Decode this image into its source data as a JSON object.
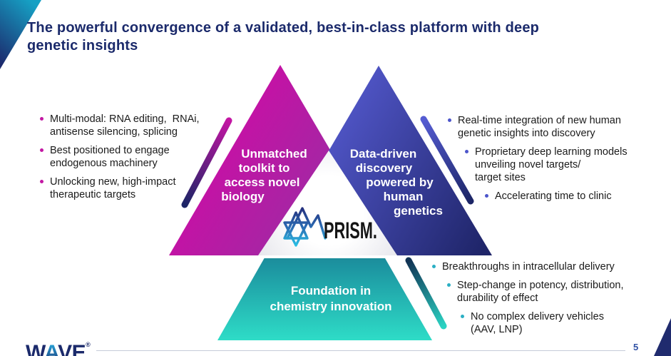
{
  "slide": {
    "title_lines": [
      "The powerful convergence of a validated, best-in-class platform with deep",
      "genetic insights"
    ],
    "page_number": "5"
  },
  "triangles": {
    "left": {
      "lines": [
        "Unmatched",
        "toolkit to",
        "access novel",
        "biology"
      ]
    },
    "right": {
      "lines": [
        "Data-driven",
        "discovery",
        "powered by",
        "human",
        "genetics"
      ]
    },
    "bottom": {
      "lines": [
        "Foundation in",
        "chemistry innovation"
      ]
    }
  },
  "lists": {
    "left": {
      "items": [
        {
          "lines": [
            "Multi-modal: RNA editing,  RNAi,",
            "antisense silencing, splicing"
          ]
        },
        {
          "lines": [
            "Best positioned to engage",
            "endogenous machinery"
          ]
        },
        {
          "lines": [
            "Unlocking new, high-impact",
            "therapeutic targets"
          ]
        }
      ]
    },
    "right": {
      "items": [
        {
          "lines": [
            "Real-time integration of new human",
            "genetic insights into discovery"
          ]
        },
        {
          "lines": [
            "Proprietary deep learning models",
            "unveiling novel targets/",
            "target sites"
          ]
        },
        {
          "lines": [
            "Accelerating time to clinic"
          ]
        }
      ]
    },
    "bottom": {
      "items": [
        {
          "lines": [
            "Breakthroughs in intracellular delivery"
          ]
        },
        {
          "lines": [
            "Step-change in potency, distribution,",
            "durability of effect"
          ]
        },
        {
          "lines": [
            "No complex delivery vehicles",
            "(AAV, LNP)"
          ]
        }
      ]
    }
  },
  "logos": {
    "prism_text": "PRISM.",
    "wave": {
      "w": "W",
      "a": "A",
      "ve": "VE",
      "reg": "®"
    }
  },
  "icons": {
    "prism_mark": "overlapping-triangles-logo",
    "swooshes": [
      "magenta-navy-swoosh",
      "indigo-navy-swoosh",
      "navy-teal-swoosh"
    ]
  },
  "colors": {
    "title_navy": "#1B2A6B",
    "magenta": "#C90FA5",
    "purple": "#5F3C9F",
    "indigo": "#575CD4",
    "navy": "#1F2569",
    "dark_teal": "#123556",
    "teal": "#2EDCC7",
    "bullet_magenta": "#C318A3",
    "bullet_indigo": "#4C55CB",
    "bullet_teal": "#2BAFC4",
    "page_number_blue": "#3152A5"
  }
}
